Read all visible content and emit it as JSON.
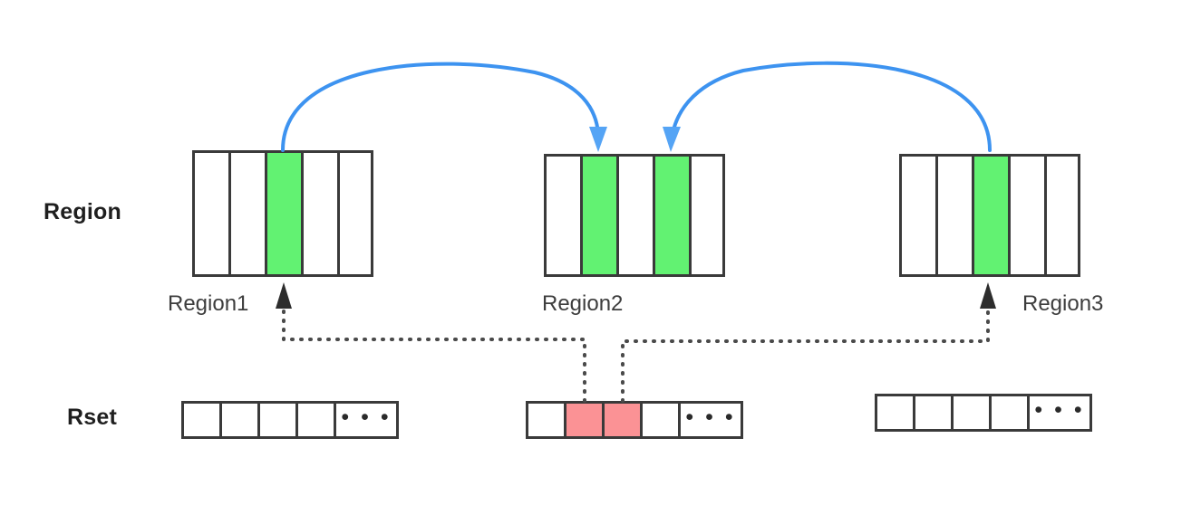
{
  "diagram": {
    "rows": [
      {
        "name": "region-row",
        "label": "Region"
      },
      {
        "name": "rset-row",
        "label": "Rset"
      }
    ],
    "colors": {
      "highlight_green": "#62f272",
      "highlight_pink": "#fb9295",
      "arrow_blue": "#3d93f0",
      "line_dark": "#3a3a3a",
      "text_dark": "#1f1f1f"
    },
    "regions": [
      {
        "id": "region1",
        "caption": "Region1",
        "cell_count": 5,
        "highlighted_cells": [
          3
        ]
      },
      {
        "id": "region2",
        "caption": "Region2",
        "cell_count": 5,
        "highlighted_cells": [
          2,
          4
        ]
      },
      {
        "id": "region3",
        "caption": "Region3",
        "cell_count": 5,
        "highlighted_cells": [
          3
        ]
      }
    ],
    "rsets": [
      {
        "id": "rset1",
        "cell_count": 5,
        "highlighted_cells": [],
        "ellipsis_cell": 5,
        "ellipsis_text": "• • •"
      },
      {
        "id": "rset2",
        "cell_count": 5,
        "highlighted_cells": [
          2,
          3
        ],
        "ellipsis_cell": 5,
        "ellipsis_text": "• • •"
      },
      {
        "id": "rset3",
        "cell_count": 5,
        "highlighted_cells": [],
        "ellipsis_cell": 5,
        "ellipsis_text": "• • •"
      }
    ],
    "pointer_arrows": [
      {
        "id": "arrow-region1-to-region2",
        "from": "region1.cell3",
        "to": "region2.cell2",
        "style": "solid-curved",
        "color": "#3d93f0"
      },
      {
        "id": "arrow-region3-to-region2",
        "from": "region3.cell3",
        "to": "region2.cell4",
        "style": "solid-curved",
        "color": "#3d93f0"
      }
    ],
    "rset_links": [
      {
        "id": "link-rset2cell2-to-region1",
        "from": "rset2.cell2",
        "to": "region1.cell3",
        "style": "dotted-orthogonal",
        "color": "#4a4a4a"
      },
      {
        "id": "link-rset2cell3-to-region3",
        "from": "rset2.cell3",
        "to": "region3.cell3",
        "style": "dotted-orthogonal",
        "color": "#4a4a4a"
      }
    ]
  }
}
